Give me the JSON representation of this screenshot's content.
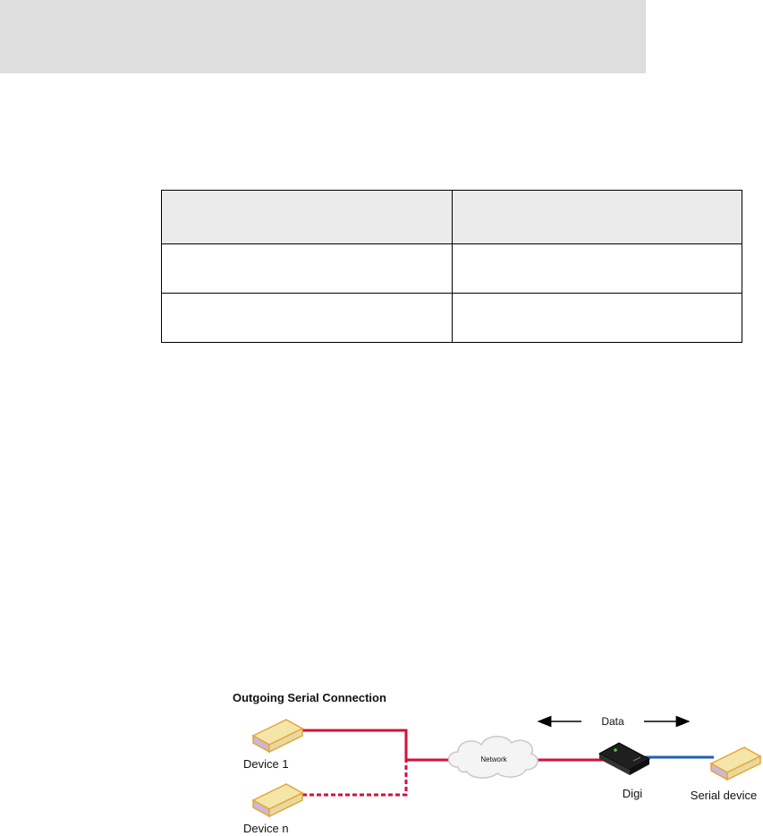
{
  "header_band": {
    "text": ""
  },
  "table": {
    "headers": [
      "",
      ""
    ],
    "rows": [
      [
        "",
        ""
      ],
      [
        "",
        ""
      ]
    ]
  },
  "figure": {
    "title": "Outgoing Serial Connection",
    "data_label": "Data",
    "network_label": "Network",
    "device1_label": "Device 1",
    "devicen_label": "Device n",
    "digi_label": "Digi",
    "serial_label": "Serial device",
    "colors": {
      "network_link": "#d4103a",
      "serial_link": "#1f5fb0",
      "device_top": "#f4e6a8",
      "device_side": "#c9b8d8",
      "device_outline": "#e7a53a"
    },
    "icons": [
      "device-icon",
      "cloud-icon",
      "digi-router-icon",
      "double-arrow-icon"
    ]
  }
}
